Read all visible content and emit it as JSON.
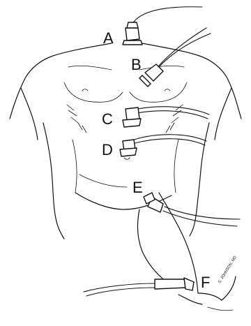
{
  "labels": {
    "a": "A",
    "b": "B",
    "c": "C",
    "d": "D",
    "e": "E",
    "f": "F"
  },
  "signature": "S. JOHNSON, MD",
  "colors": {
    "ink": "#111111",
    "background": "#ffffff"
  }
}
